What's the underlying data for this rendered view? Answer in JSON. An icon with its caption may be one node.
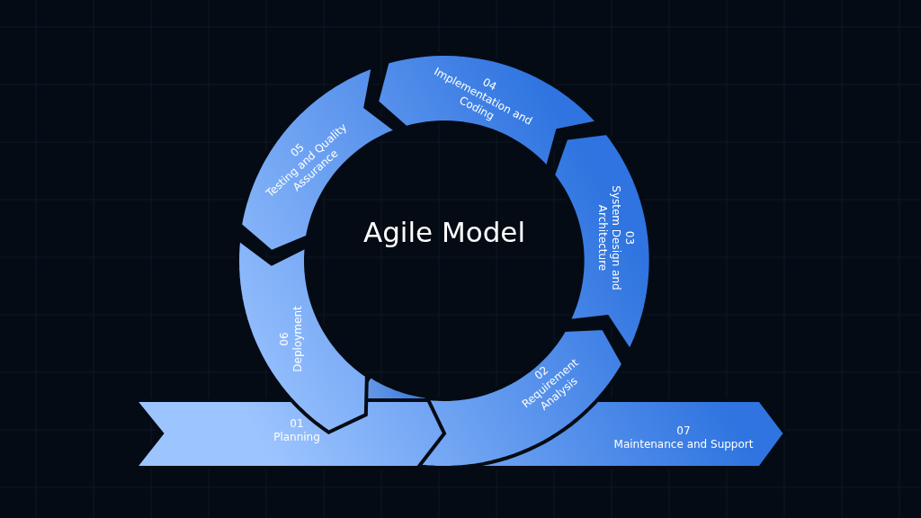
{
  "diagram": {
    "title": "Agile Model",
    "nodes": [
      {
        "text": [
          "01",
          "Planning"
        ]
      },
      {
        "text": [
          "02",
          "Requirement Analysis"
        ]
      },
      {
        "text": [
          "03",
          "System Design and Architecture"
        ]
      },
      {
        "text": [
          "04",
          "Implementation and Coding"
        ]
      },
      {
        "text": [
          "05",
          "Testing and Quality Assurance"
        ]
      },
      {
        "text": [
          "06",
          "Deployment"
        ]
      },
      {
        "text": [
          "07",
          "Maintenance and Support"
        ]
      }
    ]
  }
}
